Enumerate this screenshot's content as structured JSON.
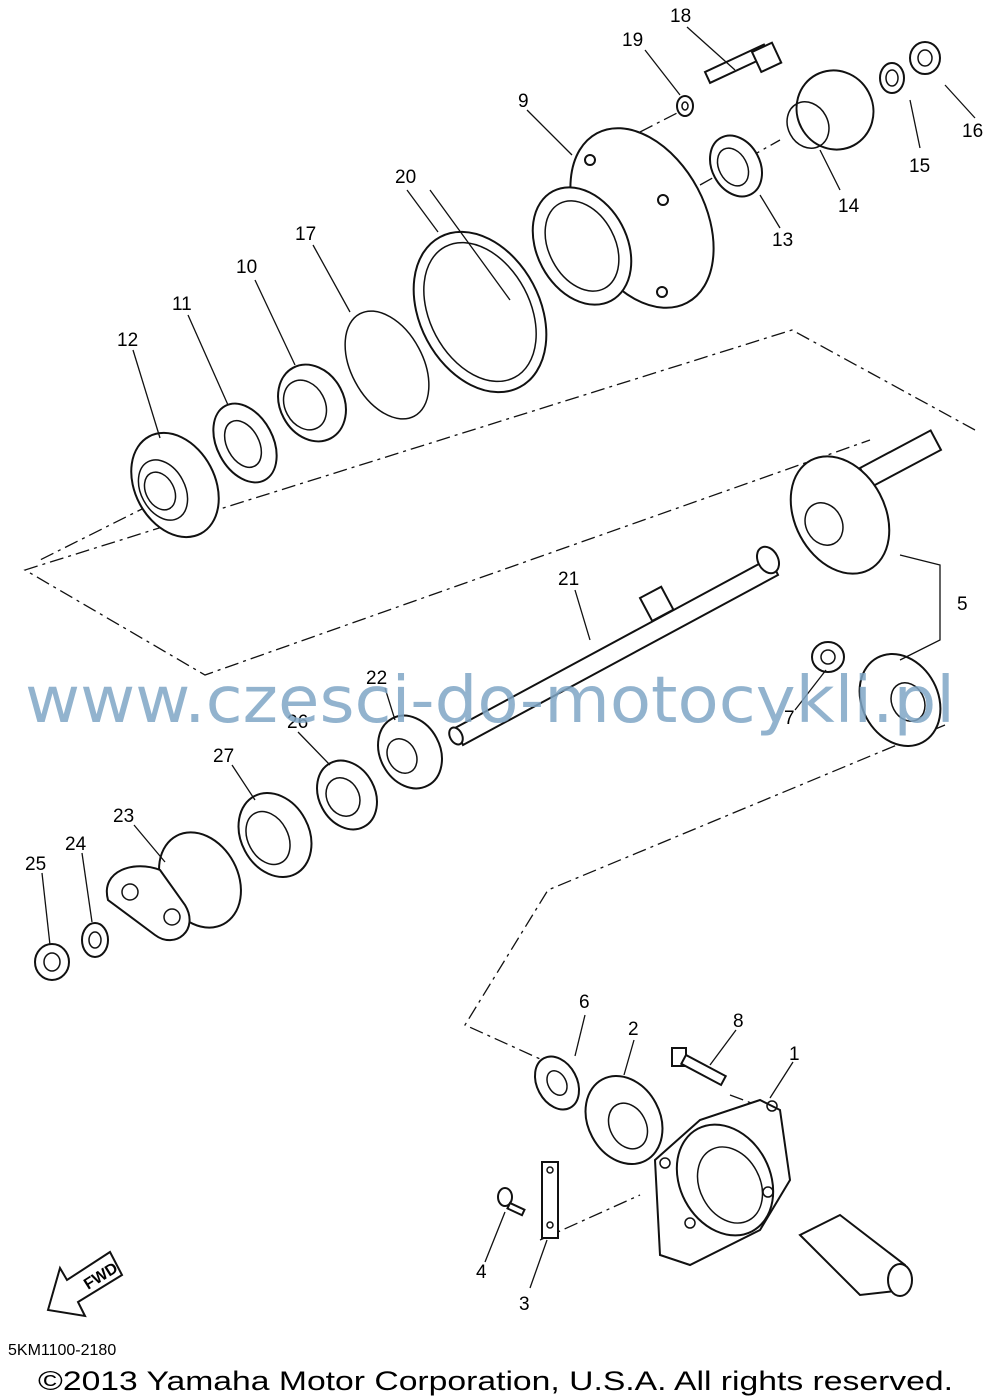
{
  "watermark": "www.czesci-do-motocykli.pl",
  "diagram_code": "5KM1100-2180",
  "copyright": "©2013 Yamaha Motor Corporation, U.S.A. All rights reserved.",
  "fwd_label": "FWD",
  "callouts": [
    "1",
    "2",
    "3",
    "4",
    "5",
    "6",
    "7",
    "8",
    "9",
    "10",
    "11",
    "12",
    "13",
    "14",
    "15",
    "16",
    "17",
    "18",
    "19",
    "20",
    "21",
    "22",
    "23",
    "24",
    "25",
    "26",
    "27"
  ]
}
